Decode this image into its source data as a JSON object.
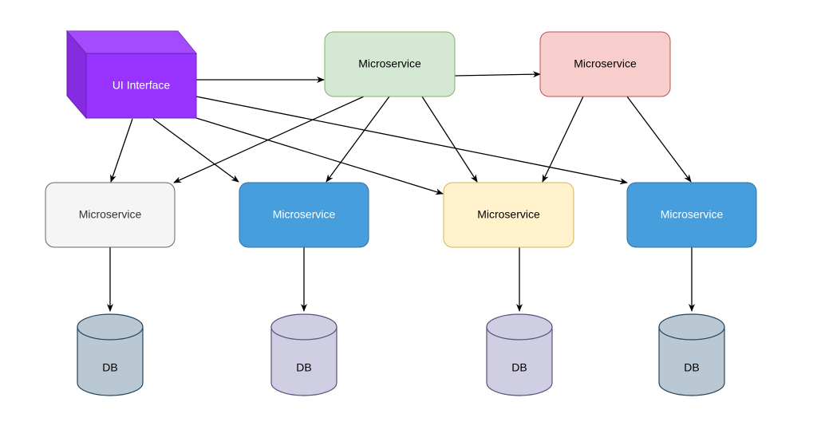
{
  "ui_interface": {
    "label": "UI Interface",
    "fill": "#9933ff",
    "text_color": "#ffffff"
  },
  "top_row": [
    {
      "label": "Microservice",
      "fill": "#d5e8d4",
      "stroke": "#82b366",
      "text_color": "#000000"
    },
    {
      "label": "Microservice",
      "fill": "#f8cecc",
      "stroke": "#b85450",
      "text_color": "#000000"
    }
  ],
  "middle_row": [
    {
      "label": "Microservice",
      "fill": "#f5f5f5",
      "stroke": "#666666",
      "text_color": "#333333"
    },
    {
      "label": "Microservice",
      "fill": "#479edc",
      "stroke": "#2f6fa6",
      "text_color": "#ffffff"
    },
    {
      "label": "Microservice",
      "fill": "#fff2cc",
      "stroke": "#d6b656",
      "text_color": "#000000"
    },
    {
      "label": "Microservice",
      "fill": "#479edc",
      "stroke": "#2f6fa6",
      "text_color": "#ffffff"
    }
  ],
  "databases": [
    {
      "label": "DB",
      "fill": "#bac8d3",
      "stroke": "#23445d"
    },
    {
      "label": "DB",
      "fill": "#d0cee2",
      "stroke": "#56517e"
    },
    {
      "label": "DB",
      "fill": "#d0cee2",
      "stroke": "#56517e"
    },
    {
      "label": "DB",
      "fill": "#bac8d3",
      "stroke": "#23445d"
    }
  ]
}
